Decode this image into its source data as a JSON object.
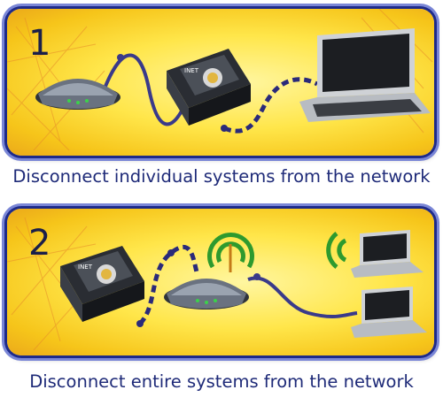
{
  "panels": [
    {
      "number": "1",
      "caption": "Disconnect individual systems from the network"
    },
    {
      "number": "2",
      "caption": "Disconnect entire systems from the network"
    }
  ],
  "device_label": "INET",
  "colors": {
    "frame": "#1d2a8a",
    "cable": "#3a3a8a",
    "signal": "#2e9a2e",
    "caption": "#1e2a78"
  },
  "icons": [
    "modem-icon",
    "disconnect-box-icon",
    "laptop-icon",
    "wireless-router-icon",
    "wifi-signal-icon"
  ]
}
